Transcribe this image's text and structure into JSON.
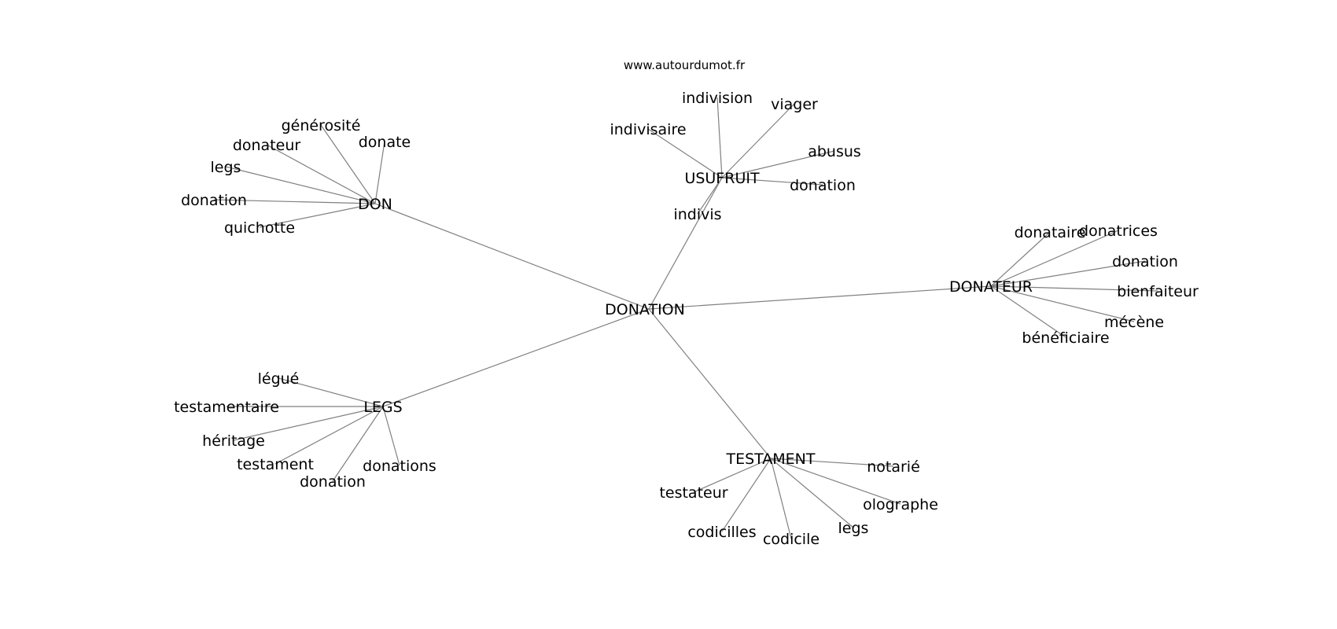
{
  "watermark": "www.autourdumot.fr",
  "root": "DONATION",
  "hubs": [
    {
      "key": "don",
      "label": "DON",
      "leaves": [
        "générosité",
        "donate",
        "donateur",
        "legs",
        "donation",
        "quichotte"
      ]
    },
    {
      "key": "usufruit",
      "label": "USUFRUIT",
      "leaves": [
        "indivision",
        "viager",
        "indivisaire",
        "abusus",
        "donation",
        "indivis"
      ]
    },
    {
      "key": "donateur",
      "label": "DONATEUR",
      "leaves": [
        "donataire",
        "donatrices",
        "donation",
        "bienfaiteur",
        "mécène",
        "bénéficiaire"
      ]
    },
    {
      "key": "legs",
      "label": "LEGS",
      "leaves": [
        "légué",
        "testamentaire",
        "héritage",
        "testament",
        "donation",
        "donations"
      ]
    },
    {
      "key": "testament",
      "label": "TESTAMENT",
      "leaves": [
        "notarié",
        "testateur",
        "olographe",
        "codicilles",
        "codicile",
        "legs"
      ]
    }
  ]
}
